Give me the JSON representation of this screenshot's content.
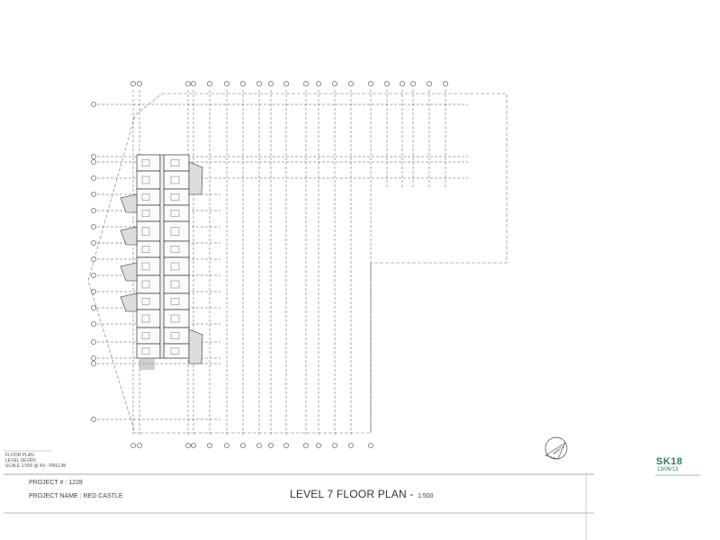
{
  "sheet": {
    "legend": {
      "line1": "FLOOR PLAN",
      "line2": "LEVEL SEVEN",
      "line3": "SCALE 1:500 @ A3 - PRELIM"
    },
    "project_number_label": "PROJECT # :",
    "project_number": "1228",
    "project_name_label": "PROJECT NAME :",
    "project_name": "RED CASTLE",
    "drawing_title": "LEVEL 7 FLOOR PLAN -",
    "drawing_scale": "1:500",
    "sheet_number": "SK18",
    "sheet_date": "13/06/13",
    "north_label": "NORTH",
    "accent_color": "#2e7d5b",
    "line_color": "#555555"
  }
}
